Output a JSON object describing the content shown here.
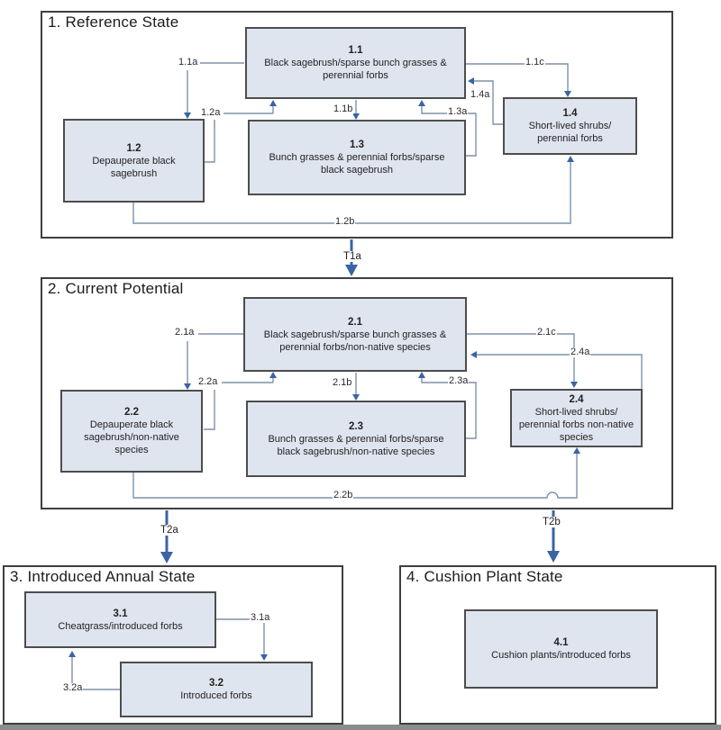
{
  "colors": {
    "box_fill": "#dfe5ef",
    "box_border": "#4d4d4d",
    "container_border": "#3f3f3f",
    "connector_line": "#7d92aa",
    "arrowhead": "#3a64a4",
    "transition_arrow": "#3a64a4"
  },
  "states": [
    {
      "title": "1. Reference State",
      "boxes": [
        {
          "num": "1.1",
          "desc": "Black sagebrush/sparse bunch grasses & perennial forbs"
        },
        {
          "num": "1.2",
          "desc": "Depauperate black sagebrush"
        },
        {
          "num": "1.3",
          "desc": "Bunch grasses & perennial forbs/sparse black sagebrush"
        },
        {
          "num": "1.4",
          "desc": "Short-lived shrubs/ perennial forbs"
        }
      ],
      "pathways": [
        "1.1a",
        "1.2a",
        "1.1b",
        "1.3a",
        "1.1c",
        "1.4a",
        "1.2b"
      ]
    },
    {
      "title": "2. Current Potential",
      "boxes": [
        {
          "num": "2.1",
          "desc": "Black sagebrush/sparse bunch grasses & perennial forbs/non-native species"
        },
        {
          "num": "2.2",
          "desc": "Depauperate black sagebrush/non-native species"
        },
        {
          "num": "2.3",
          "desc": "Bunch grasses & perennial forbs/sparse black sagebrush/non-native species"
        },
        {
          "num": "2.4",
          "desc": "Short-lived shrubs/ perennial forbs non-native species"
        }
      ],
      "pathways": [
        "2.1a",
        "2.2a",
        "2.1b",
        "2.3a",
        "2.1c",
        "2.4a",
        "2.2b"
      ]
    },
    {
      "title": "3. Introduced Annual State",
      "boxes": [
        {
          "num": "3.1",
          "desc": "Cheatgrass/introduced forbs"
        },
        {
          "num": "3.2",
          "desc": "Introduced forbs"
        }
      ],
      "pathways": [
        "3.1a",
        "3.2a"
      ]
    },
    {
      "title": "4. Cushion Plant State",
      "boxes": [
        {
          "num": "4.1",
          "desc": "Cushion plants/introduced forbs"
        }
      ],
      "pathways": []
    }
  ],
  "transitions": [
    {
      "label": "T1a"
    },
    {
      "label": "T2a"
    },
    {
      "label": "T2b"
    }
  ]
}
